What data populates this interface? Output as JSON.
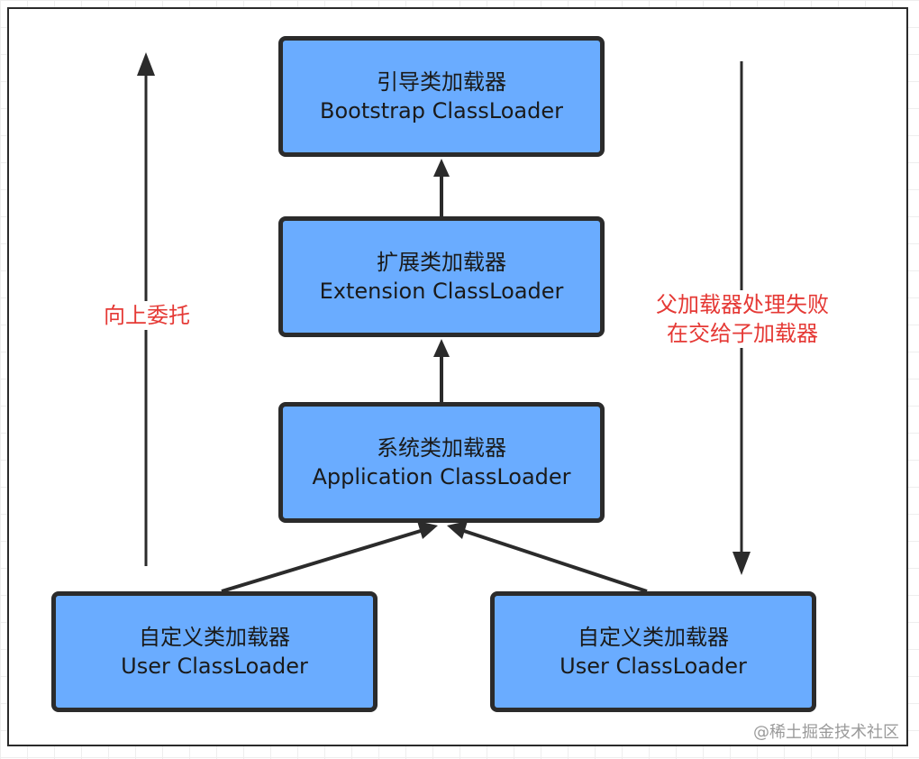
{
  "nodes": {
    "bootstrap": {
      "cn": "引导类加载器",
      "en": "Bootstrap ClassLoader"
    },
    "extension": {
      "cn": "扩展类加载器",
      "en": "Extension ClassLoader"
    },
    "application": {
      "cn": "系统类加载器",
      "en": "Application ClassLoader"
    },
    "user_left": {
      "cn": "自定义类加载器",
      "en": "User ClassLoader"
    },
    "user_right": {
      "cn": "自定义类加载器",
      "en": "User ClassLoader"
    }
  },
  "labels": {
    "up": "向上委托",
    "down_line1": "父加载器处理失败",
    "down_line2": "在交给子加载器"
  },
  "watermark": "@稀土掘金技术社区",
  "colors": {
    "node_fill": "#6aacff",
    "node_border": "#2b2b2b",
    "label_red": "#e53935",
    "arrow": "#2b2b2b"
  }
}
